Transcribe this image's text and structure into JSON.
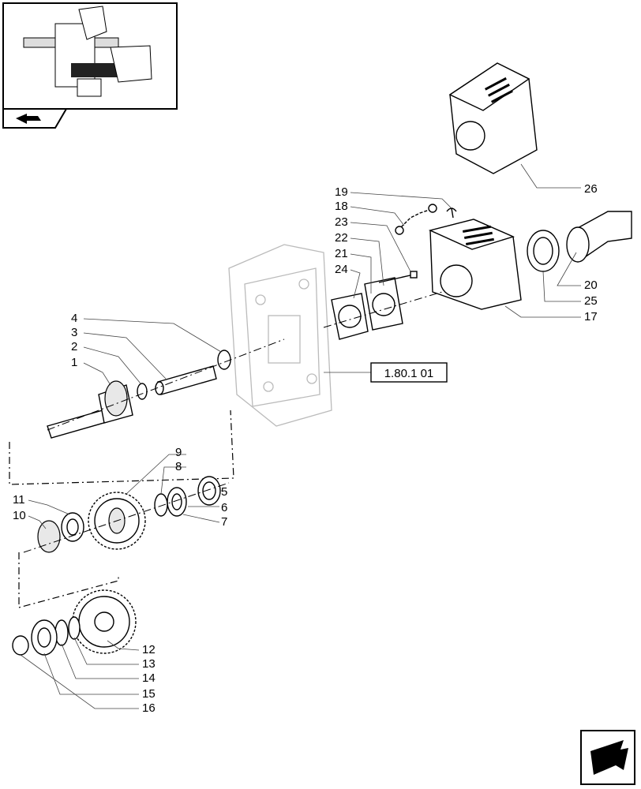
{
  "diagram": {
    "reference_label": "1.80.1 01",
    "callouts": [
      {
        "id": "c1",
        "text": "1"
      },
      {
        "id": "c2",
        "text": "2"
      },
      {
        "id": "c3",
        "text": "3"
      },
      {
        "id": "c4",
        "text": "4"
      },
      {
        "id": "c5",
        "text": "5"
      },
      {
        "id": "c6",
        "text": "6"
      },
      {
        "id": "c7",
        "text": "7"
      },
      {
        "id": "c8",
        "text": "8"
      },
      {
        "id": "c9",
        "text": "9"
      },
      {
        "id": "c10",
        "text": "10"
      },
      {
        "id": "c11",
        "text": "11"
      },
      {
        "id": "c12",
        "text": "12"
      },
      {
        "id": "c13",
        "text": "13"
      },
      {
        "id": "c14",
        "text": "14"
      },
      {
        "id": "c15",
        "text": "15"
      },
      {
        "id": "c16",
        "text": "16"
      },
      {
        "id": "c17",
        "text": "17"
      },
      {
        "id": "c18",
        "text": "18"
      },
      {
        "id": "c19",
        "text": "19"
      },
      {
        "id": "c20",
        "text": "20"
      },
      {
        "id": "c21",
        "text": "21"
      },
      {
        "id": "c22",
        "text": "22"
      },
      {
        "id": "c23",
        "text": "23"
      },
      {
        "id": "c24",
        "text": "24"
      },
      {
        "id": "c25",
        "text": "25"
      },
      {
        "id": "c26",
        "text": "26"
      }
    ]
  },
  "icons": {
    "thumbnail": "assembly-thumbnail-icon",
    "prev": "previous-page-arrow-icon",
    "next": "next-page-arrow-icon"
  }
}
